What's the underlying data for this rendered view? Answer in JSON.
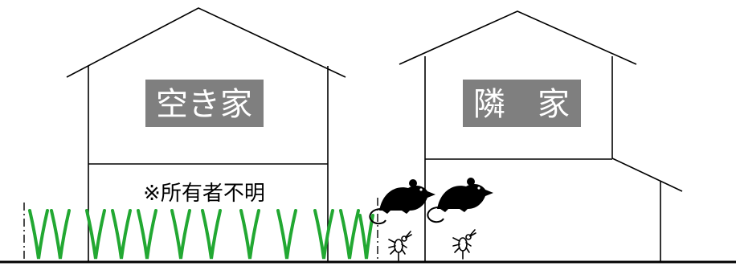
{
  "vacant_house": {
    "label": "空き家",
    "note": "※所有者不明"
  },
  "neighbor_house": {
    "label": "隣　家"
  },
  "colors": {
    "line": "#000000",
    "label_bg": "#7f7f7f",
    "label_text": "#ffffff",
    "weeds": "#22a832"
  },
  "icons": [
    "rat-icon",
    "rat-icon",
    "insect-icon",
    "insect-icon",
    "weed-icon"
  ]
}
